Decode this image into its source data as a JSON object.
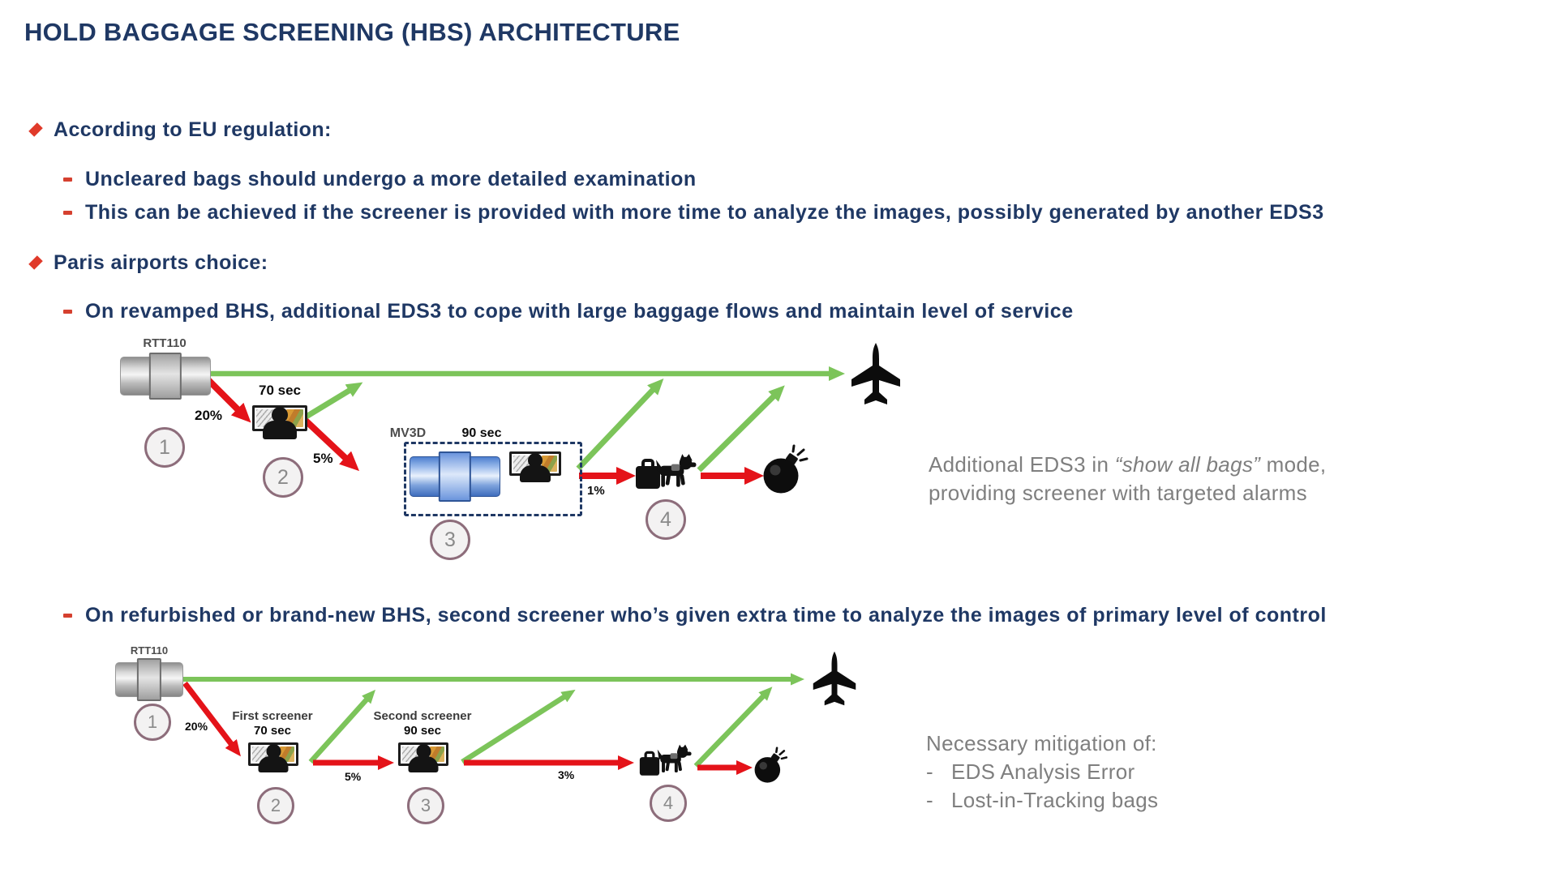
{
  "title": "HOLD BAGGAGE SCREENING (HBS) ARCHITECTURE",
  "bullets": {
    "eu": {
      "heading": "According to EU regulation:",
      "items": [
        "Uncleared bags should undergo a more detailed examination",
        "This can be achieved if the screener is provided with more time to analyze the images, possibly generated by another EDS3"
      ]
    },
    "paris": {
      "heading": "Paris airports choice:",
      "item_revamped": "On revamped BHS, additional EDS3 to cope with large baggage flows and maintain level of service",
      "item_refurbished": "On refurbished or brand-new BHS, second screener who’s given extra time to analyze the images of primary level of control"
    }
  },
  "diagram1": {
    "machine_label": "RTT110",
    "step_numbers": [
      "1",
      "2",
      "3",
      "4"
    ],
    "labels": {
      "reject_to_screener": "20%",
      "screener_time": "70 sec",
      "reject_to_eds": "5%",
      "eds_name": "MV3D",
      "eds_time": "90 sec",
      "reject_to_search": "1%"
    },
    "annotation": {
      "prefix": "Additional EDS3 in ",
      "quoted": "“show all bags”",
      "suffix": " mode,",
      "line2": "providing screener with targeted alarms"
    }
  },
  "diagram2": {
    "machine_label": "RTT110",
    "step_numbers": [
      "1",
      "2",
      "3",
      "4"
    ],
    "labels": {
      "reject_to_screener": "20%",
      "first_screener": "First screener",
      "first_time": "70 sec",
      "reject_to_second": "5%",
      "second_screener": "Second screener",
      "second_time": "90 sec",
      "reject_to_search": "3%"
    },
    "annotation": {
      "heading": "Necessary mitigation of:",
      "dash": "-",
      "items": [
        "EDS Analysis Error",
        "Lost-in-Tracking bags"
      ]
    }
  },
  "colors": {
    "title_navy": "#1f3864",
    "bullet_red": "#e03a2a",
    "arrow_green": "#7cc45a",
    "arrow_red": "#e41319",
    "annotation_gray": "#7f7f7f",
    "circle_border": "#8d6d7b",
    "dashed_box_navy": "#1f3864"
  }
}
